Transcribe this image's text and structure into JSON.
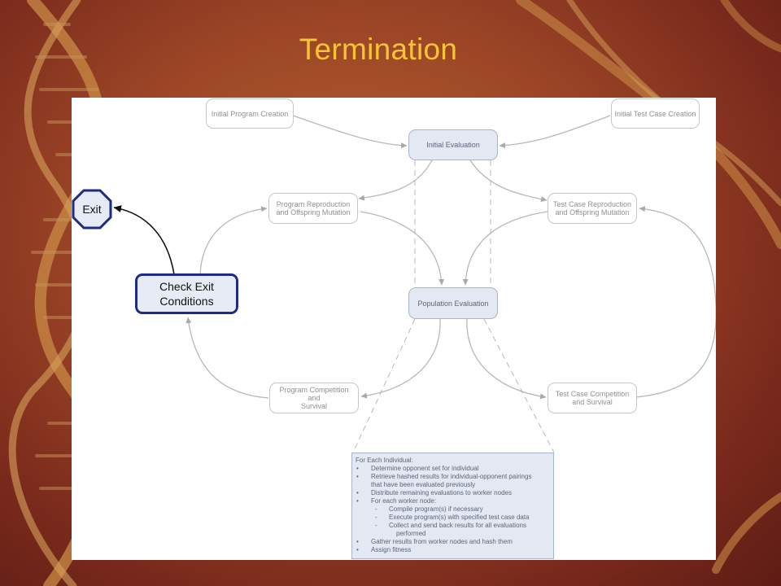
{
  "slide": {
    "title": "Termination"
  },
  "diagram": {
    "nodes": {
      "initial_program_creation": "Initial Program Creation",
      "initial_test_case_creation": "Initial Test Case Creation",
      "initial_evaluation": "Initial Evaluation",
      "program_reproduction": [
        "Program Reproduction",
        "and Offspring Mutation"
      ],
      "test_case_reproduction": [
        "Test Case Reproduction",
        "and Offspring Mutation"
      ],
      "population_evaluation": "Population Evaluation",
      "program_competition": [
        "Program Competition and",
        "Survival"
      ],
      "test_case_competition": [
        "Test Case Competition",
        "and Survival"
      ],
      "check_exit": [
        "Check Exit",
        "Conditions"
      ],
      "exit": "Exit"
    },
    "details": {
      "heading": "For Each Individual:",
      "steps": {
        "opponent_set": "Determine opponent set for individual",
        "retrieve": [
          "Retrieve hashed results for individual-opponent pairings",
          "that have been evaluated previously"
        ],
        "distribute": "Distribute remaining evaluations to worker nodes",
        "worker": "For each worker node:",
        "compile": "Compile program(s) if necessary",
        "execute": "Execute program(s) with specified test case data",
        "collect": [
          "Collect and send back results for all evaluations",
          "performed"
        ],
        "gather": "Gather results from worker nodes and hash them",
        "assign": "Assign fitness"
      }
    },
    "colors": {
      "title": "#f6c434",
      "check_border": "#1e2b86",
      "box_fill": "#e3e8f2",
      "faded_line": "#b8b8b8"
    }
  }
}
